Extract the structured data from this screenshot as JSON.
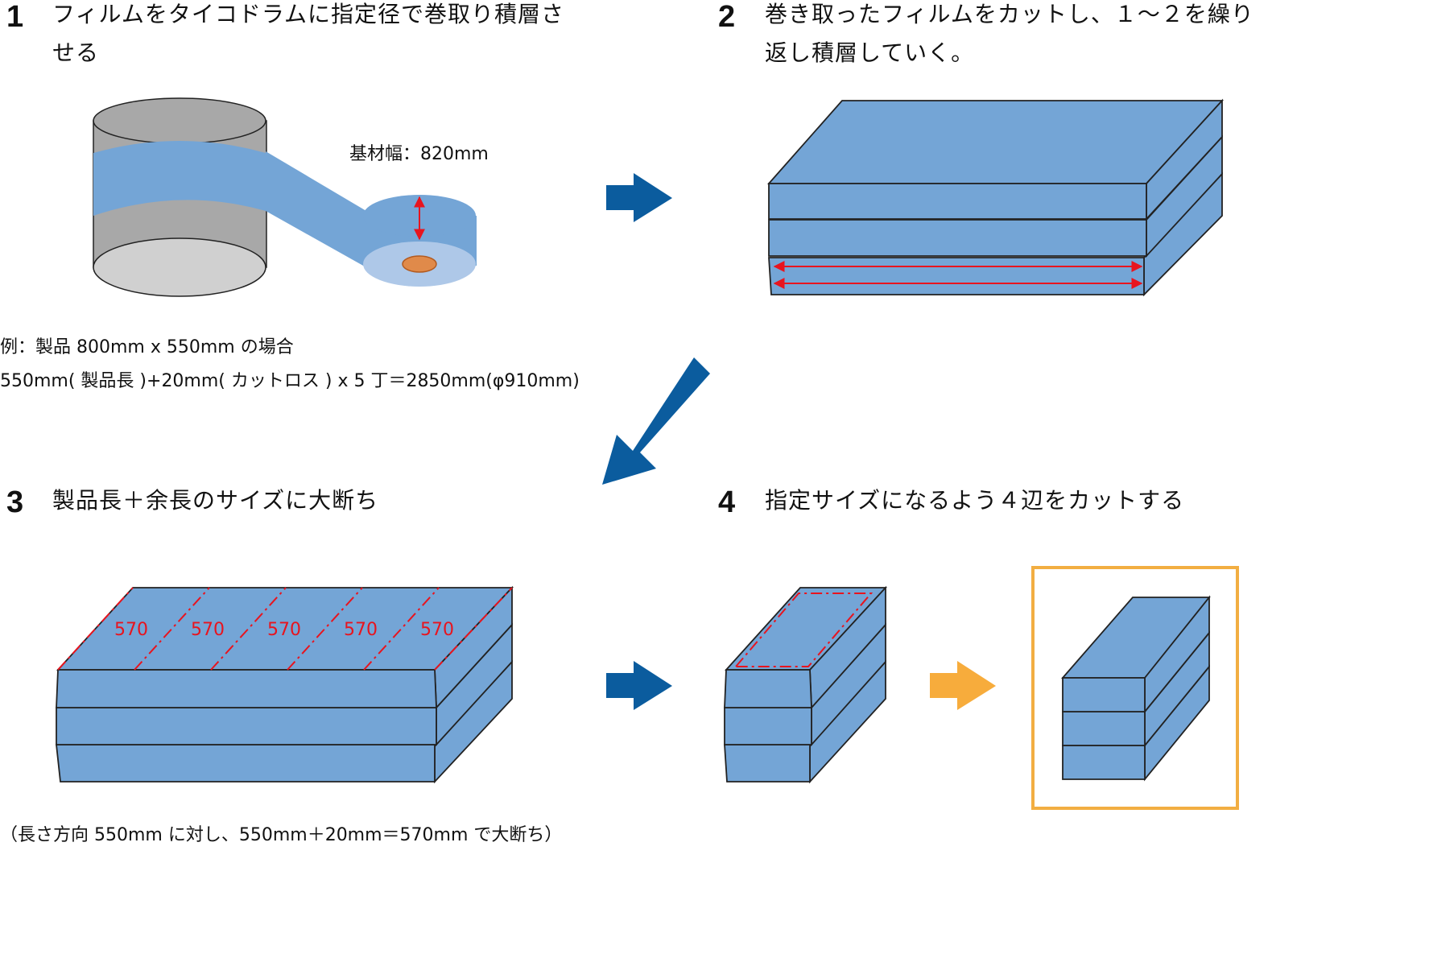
{
  "steps": [
    {
      "number": "1",
      "text": "フィルムをタイコドラムに指定径で巻取り積層させる"
    },
    {
      "number": "2",
      "text": "巻き取ったフィルムをカットし、１〜２を繰り返し積層していく。"
    },
    {
      "number": "3",
      "text": "製品長＋余長のサイズに大断ち"
    },
    {
      "number": "4",
      "text": "指定サイズになるよう４辺をカットする"
    }
  ],
  "labels": {
    "base_width": "基材幅：820mm",
    "cut_segment": "570"
  },
  "notes": {
    "example_line1": "例：製品 800mm x 550mm の場合",
    "example_line2": "550mm( 製品長 )+20mm( カットロス ) x 5 丁＝2850mm(φ910mm)",
    "bottom": "（長さ方向 550mm に対し、550mm＋20mm＝570mm で大断ち）"
  },
  "colors": {
    "film_blue": "#74a5d6",
    "light_blue": "#aec8e8",
    "drum_gray": "#a8a8a8",
    "drum_light": "#d0d0d0",
    "core_orange": "#e08a4a",
    "arrow_blue": "#0b5c9e",
    "arrow_orange": "#f7ac3c",
    "frame_orange": "#f2ae42",
    "mark_red": "#e8141e"
  },
  "icons": [
    "arrow-right-icon",
    "arrow-down-left-icon"
  ]
}
